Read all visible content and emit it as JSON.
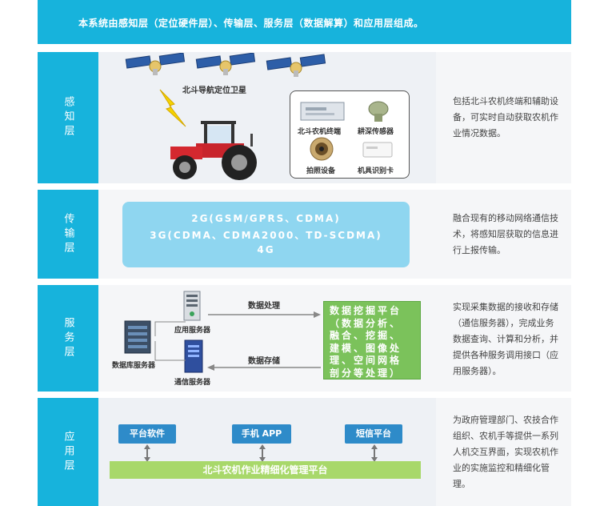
{
  "header": {
    "text": "本系统由感知层（定位硬件层）、传输层、服务层（数据解算）和应用层组成。"
  },
  "layers": [
    {
      "label": "感知层",
      "description": "包括北斗农机终端和辅助设备，可实时自动获取农机作业情况数据。"
    },
    {
      "label": "传输层",
      "description": "融合现有的移动网络通信技术，将感知层获取的信息进行上报传输。"
    },
    {
      "label": "服务层",
      "description": "实现采集数据的接收和存储（通信服务器），完成业务数据查询、计算和分析，并提供各种服务调用接口（应用服务器）。"
    },
    {
      "label": "应用层",
      "description": "为政府管理部门、农技合作组织、农机手等提供一系列人机交互界面，实现农机作业的实施监控和精细化管理。"
    }
  ],
  "perception": {
    "satellite_label": "北斗导航定位卫星",
    "devices": [
      "北斗农机终端",
      "耕深传感器",
      "拍照设备",
      "机具识别卡"
    ]
  },
  "transmission": {
    "lines": [
      "2G(GSM/GPRS、CDMA)",
      "3G(CDMA、CDMA2000、TD-SCDMA)",
      "4G"
    ]
  },
  "service": {
    "app_server": "应用服务器",
    "db_server": "数据库服务器",
    "comm_server": "通信服务器",
    "process_label": "数据处理",
    "store_label": "数据存储",
    "mining_lines": [
      "数据挖掘平台",
      "（数据分析、",
      "融合、挖掘、",
      "建模、图像处",
      "理、空间网格",
      "剖分等处理）"
    ]
  },
  "application": {
    "buttons": [
      "平台软件",
      "手机 APP",
      "短信平台"
    ],
    "platform": "北斗农机作业精细化管理平台"
  },
  "colors": {
    "primary": "#17b3dc",
    "green": "#7bc25b",
    "light_blue": "#8fd6f0",
    "button_blue": "#2e8bc9",
    "platform_green": "#a8d86a"
  }
}
